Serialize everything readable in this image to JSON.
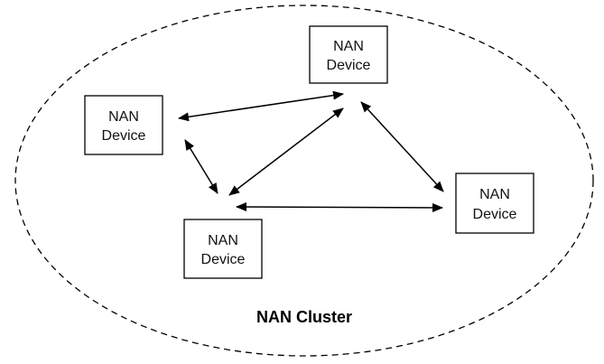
{
  "diagram": {
    "title": "NAN Cluster",
    "cluster": {
      "label": "NAN Cluster",
      "border_style": "dashed"
    },
    "nodes": [
      {
        "id": "top",
        "line1": "NAN",
        "line2": "Device"
      },
      {
        "id": "left",
        "line1": "NAN",
        "line2": "Device"
      },
      {
        "id": "bottom",
        "line1": "NAN",
        "line2": "Device"
      },
      {
        "id": "right",
        "line1": "NAN",
        "line2": "Device"
      }
    ],
    "edges": [
      {
        "from": "left",
        "to": "top",
        "direction": "bidirectional"
      },
      {
        "from": "top",
        "to": "right",
        "direction": "bidirectional"
      },
      {
        "from": "left",
        "to": "bottom",
        "direction": "bidirectional"
      },
      {
        "from": "top",
        "to": "bottom",
        "direction": "bidirectional"
      },
      {
        "from": "bottom",
        "to": "right",
        "direction": "bidirectional"
      }
    ],
    "colors": {
      "stroke": "#000000",
      "background": "#ffffff"
    }
  }
}
